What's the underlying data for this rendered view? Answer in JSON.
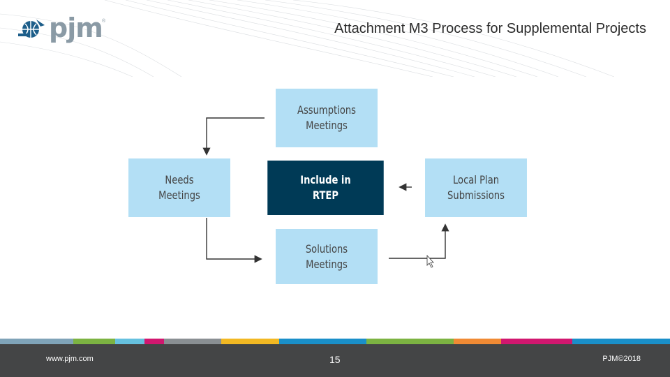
{
  "header": {
    "logo_text": "pjm",
    "logo_reg": "®",
    "title": "Attachment M3 Process for Supplemental Projects"
  },
  "diagram": {
    "nodes": {
      "assumptions": "Assumptions\nMeetings",
      "needs": "Needs\nMeetings",
      "rtep": "Include in\nRTEP",
      "local_plan": "Local Plan\nSubmissions",
      "solutions": "Solutions\nMeetings"
    },
    "colors": {
      "light_box": "#b3dff5",
      "dark_box": "#003a56",
      "arrow": "#333333"
    }
  },
  "footer": {
    "url": "www.pjm.com",
    "page_number": "15",
    "copyright": "PJM©2018",
    "stripe_colors": [
      "#7fa3b8",
      "#7cb342",
      "#66c1df",
      "#d1176f",
      "#8a8f93",
      "#f2b823",
      "#1a8fc9",
      "#7cb342",
      "#f08a34",
      "#d1176f",
      "#1a8fc9"
    ]
  }
}
